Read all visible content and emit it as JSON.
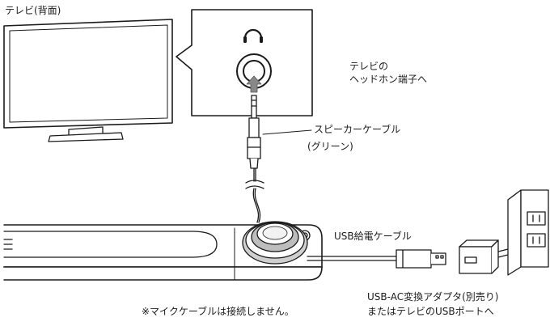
{
  "labels": {
    "tv_rear": "テレビ(背面)",
    "headphone_jack_line1": "テレビの",
    "headphone_jack_line2": "ヘッドホン端子へ",
    "speaker_cable_line1": "スピーカーケーブル",
    "speaker_cable_line2": "(グリーン)",
    "usb_cable": "USB給電ケーブル",
    "adapter_line1": "USB-AC変換アダプタ(別売り)",
    "adapter_line2": "またはテレビのUSBポートへ",
    "mic_note": "※マイクケーブルは接続しません。"
  },
  "icons": [
    "headphone-icon",
    "arrow-up-icon"
  ],
  "colors": {
    "line": "#1a1a1a",
    "fill": "#ffffff",
    "shade": "#bdbdbd"
  }
}
